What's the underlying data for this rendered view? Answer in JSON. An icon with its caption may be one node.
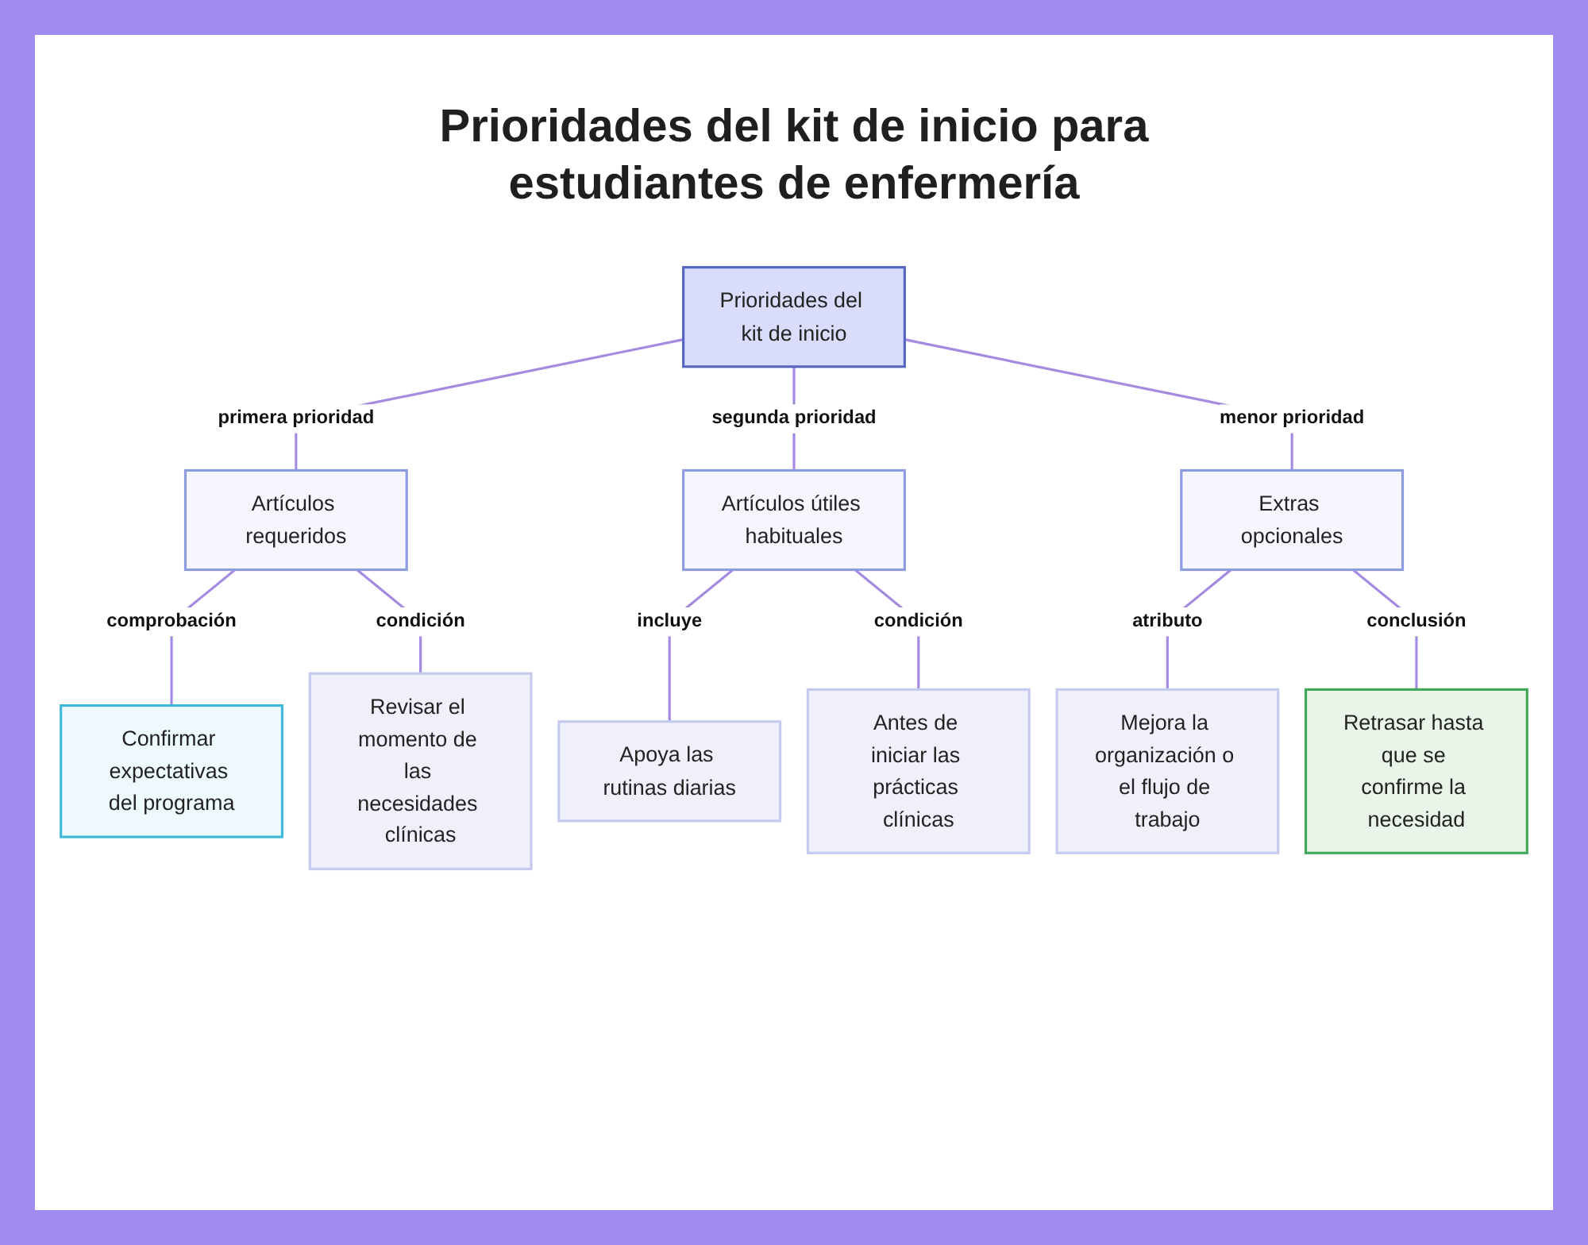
{
  "diagram": {
    "title": "Prioridades del kit de inicio para estudiantes de enfermería",
    "nodes": [
      {
        "text": [
          "Prioridades del kit de inicio"
        ]
      },
      {
        "text": [
          "Artículos requeridos"
        ]
      },
      {
        "text": [
          "Artículos útiles habituales"
        ]
      },
      {
        "text": [
          "Extras opcionales"
        ]
      },
      {
        "text": [
          "Confirmar expectativas del programa"
        ]
      },
      {
        "text": [
          "Revisar el momento de las necesidades clínicas"
        ]
      },
      {
        "text": [
          "Apoya las rutinas diarias"
        ]
      },
      {
        "text": [
          "Antes de iniciar las prácticas clínicas"
        ]
      },
      {
        "text": [
          "Mejora la organización o el flujo de trabajo"
        ]
      },
      {
        "text": [
          "Retrasar hasta que se confirme la necesidad"
        ]
      }
    ],
    "edges": [
      {
        "from": 0,
        "to": 1,
        "arrow": "none",
        "label": "primera prioridad"
      },
      {
        "from": 0,
        "to": 2,
        "arrow": "none",
        "label": "segunda prioridad"
      },
      {
        "from": 0,
        "to": 3,
        "arrow": "none",
        "label": "menor prioridad"
      },
      {
        "from": 1,
        "to": 4,
        "arrow": "none",
        "label": "comprobación"
      },
      {
        "from": 1,
        "to": 5,
        "arrow": "none",
        "label": "condición"
      },
      {
        "from": 2,
        "to": 6,
        "arrow": "none",
        "label": "incluye"
      },
      {
        "from": 2,
        "to": 7,
        "arrow": "none",
        "label": "condición"
      },
      {
        "from": 3,
        "to": 8,
        "arrow": "none",
        "label": "atributo"
      },
      {
        "from": 3,
        "to": 9,
        "arrow": "none",
        "label": "conclusión"
      }
    ]
  }
}
